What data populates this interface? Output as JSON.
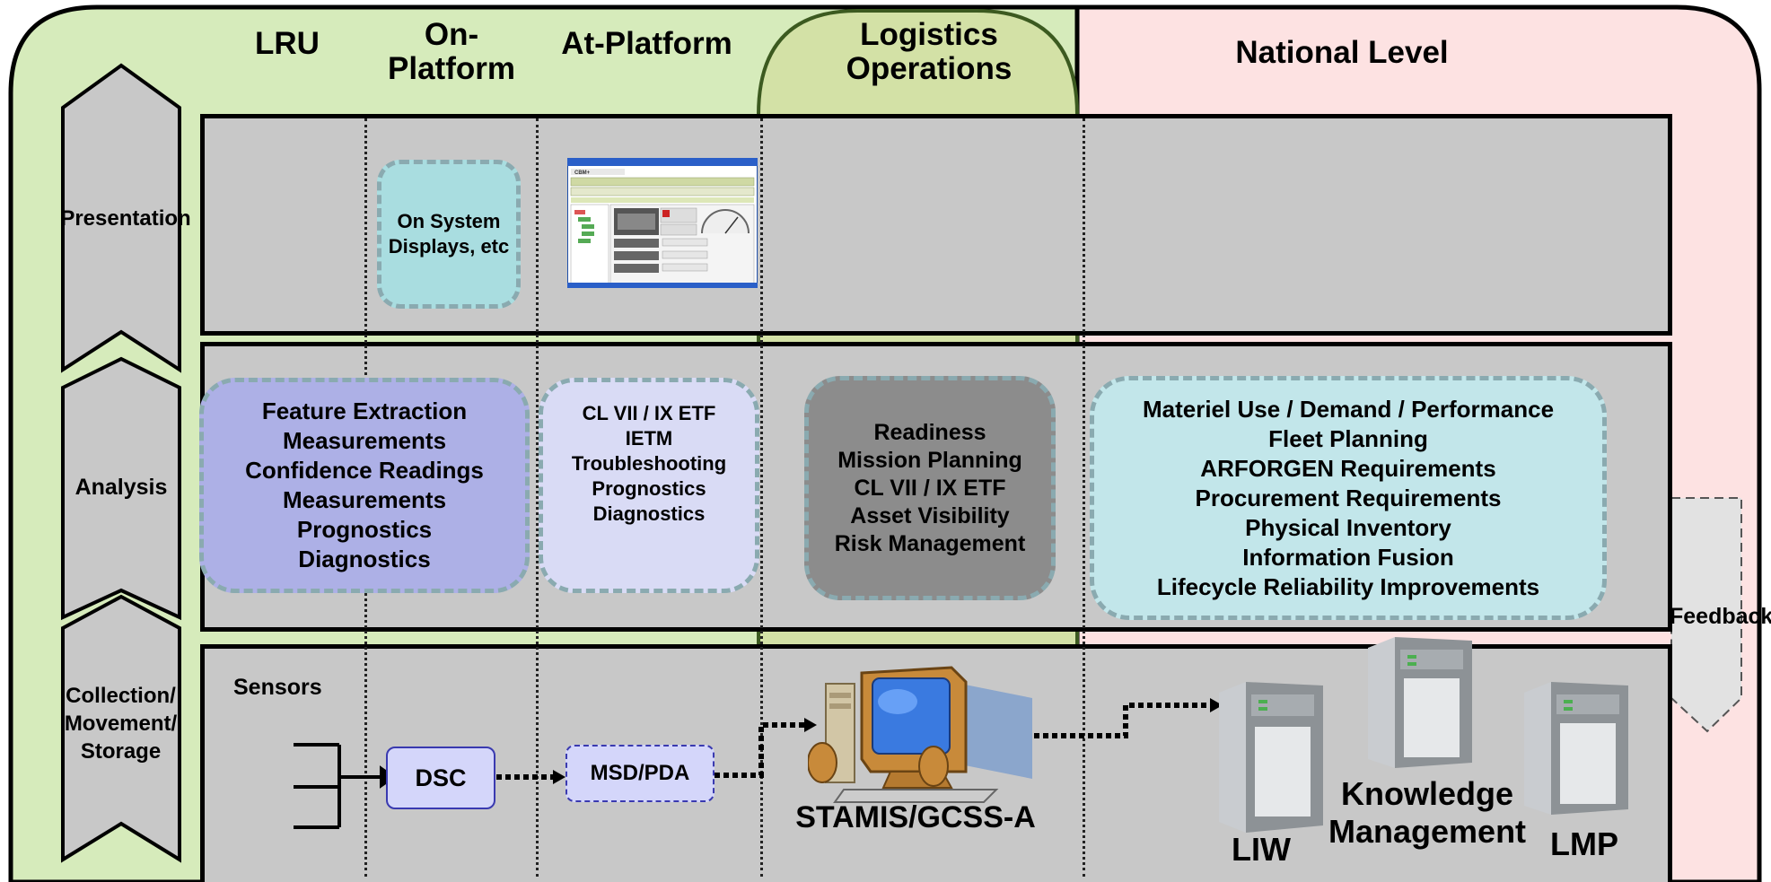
{
  "columns": {
    "lru": "LRU",
    "on_platform": [
      "On-",
      "Platform"
    ],
    "at_platform": "At-Platform",
    "logistics_operations": [
      "Logistics",
      "Operations"
    ],
    "national_level": "National Level"
  },
  "layers": {
    "presentation": "Presentation",
    "analysis": "Analysis",
    "collection": [
      "Collection/",
      "Movement/",
      "Storage"
    ]
  },
  "feedback": "Feedback",
  "presentation_row": {
    "on_system_displays": [
      "On System",
      "Displays, etc"
    ],
    "screenshot_title": "CBM+"
  },
  "analysis_row": {
    "lru_box": [
      "Feature Extraction",
      "Measurements",
      "Confidence Readings",
      "Measurements",
      "Prognostics",
      "Diagnostics"
    ],
    "at_platform_box": [
      "CL VII / IX  ETF",
      "IETM",
      "Troubleshooting",
      "Prognostics",
      "Diagnostics"
    ],
    "logistics_box": [
      "Readiness",
      "Mission Planning",
      "CL VII / IX ETF",
      "Asset Visibility",
      "Risk Management"
    ],
    "national_box": [
      "Materiel Use / Demand / Performance",
      "Fleet Planning",
      "ARFORGEN Requirements",
      "Procurement Requirements",
      "Physical Inventory",
      "Information Fusion",
      "Lifecycle Reliability Improvements"
    ]
  },
  "collection_row": {
    "sensors": "Sensors",
    "dsc": "DSC",
    "msd_pda": "MSD/PDA",
    "stamis": "STAMIS/GCSS-A",
    "liw": "LIW",
    "knowledge_management": [
      "Knowledge",
      "Management"
    ],
    "lmp": "LMP"
  },
  "colors": {
    "left_green": "#d6ebbb",
    "logistics_green": "#d3e1a6",
    "national_pink": "#fde2e2",
    "band_gray": "#c8c8c8",
    "lru_box": "#adb0e6",
    "at_platform_box": "#d9dbf5",
    "logistics_box": "#8c8c8c",
    "teal_box": "#c2e6ea",
    "dsc_box": "#d4d6fa"
  }
}
